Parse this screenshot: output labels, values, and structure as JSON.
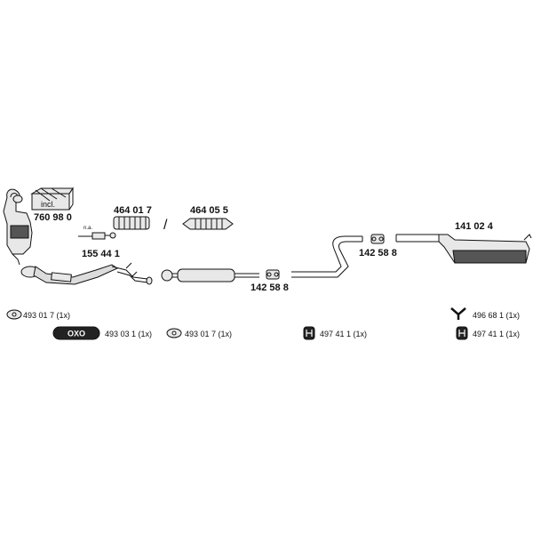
{
  "parts": {
    "catalyst_kit": "760 98 0",
    "incl_label": "incl.",
    "na_label": "n.a.",
    "front_pipe": "155 44 1",
    "flex_pipe_a": "464 01 7",
    "separator": "/",
    "flex_pipe_b": "464 05 5",
    "clamp_front": "142 58 8",
    "clamp_rear": "142 58 8",
    "rear_silencer": "141 02 4"
  },
  "legend": {
    "gasket_left": "493 01 7 (1x)",
    "oxo_gasket": "493 03 1 (1x)",
    "gasket_mid": "493 01 7 (1x)",
    "rubber_mount_mid": "497 41 1 (1x)",
    "hanger_right": "496 68 1 (1x)",
    "rubber_mount_right": "497 41 1 (1x)",
    "oxo_symbol": "OXO"
  }
}
